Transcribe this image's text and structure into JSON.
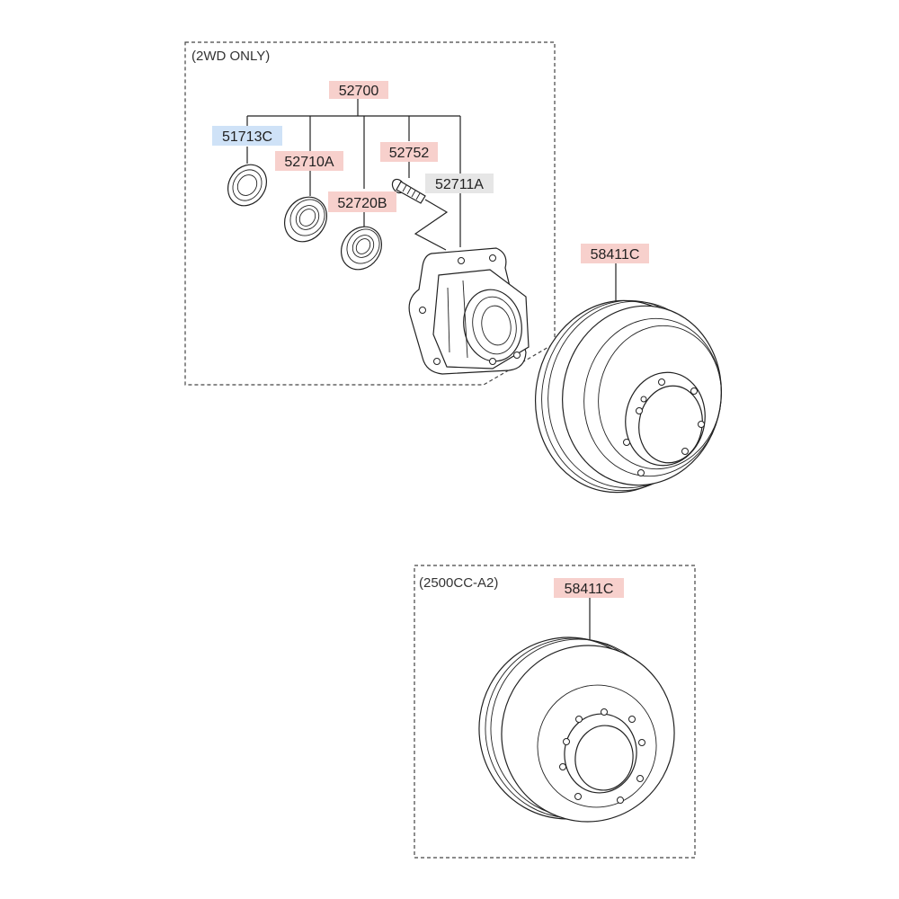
{
  "groups": {
    "upper": {
      "caption": "(2WD ONLY)"
    },
    "lower": {
      "caption": "(2500CC-A2)"
    }
  },
  "colors": {
    "label_red": "#f7d0cc",
    "label_blue": "#cfe2f7",
    "label_gray": "#e6e6e6"
  },
  "labels": {
    "hub_assembly": {
      "text": "52700",
      "color": "label_red"
    },
    "oil_seal": {
      "text": "51713C",
      "color": "label_blue"
    },
    "bearing_outer": {
      "text": "52710A",
      "color": "label_red"
    },
    "hub_bolt": {
      "text": "52752",
      "color": "label_red"
    },
    "bearing_inner": {
      "text": "52720B",
      "color": "label_red"
    },
    "hub": {
      "text": "52711A",
      "color": "label_gray"
    },
    "drum_upper": {
      "text": "58411C",
      "color": "label_red"
    },
    "drum_lower": {
      "text": "58411C",
      "color": "label_red"
    }
  }
}
